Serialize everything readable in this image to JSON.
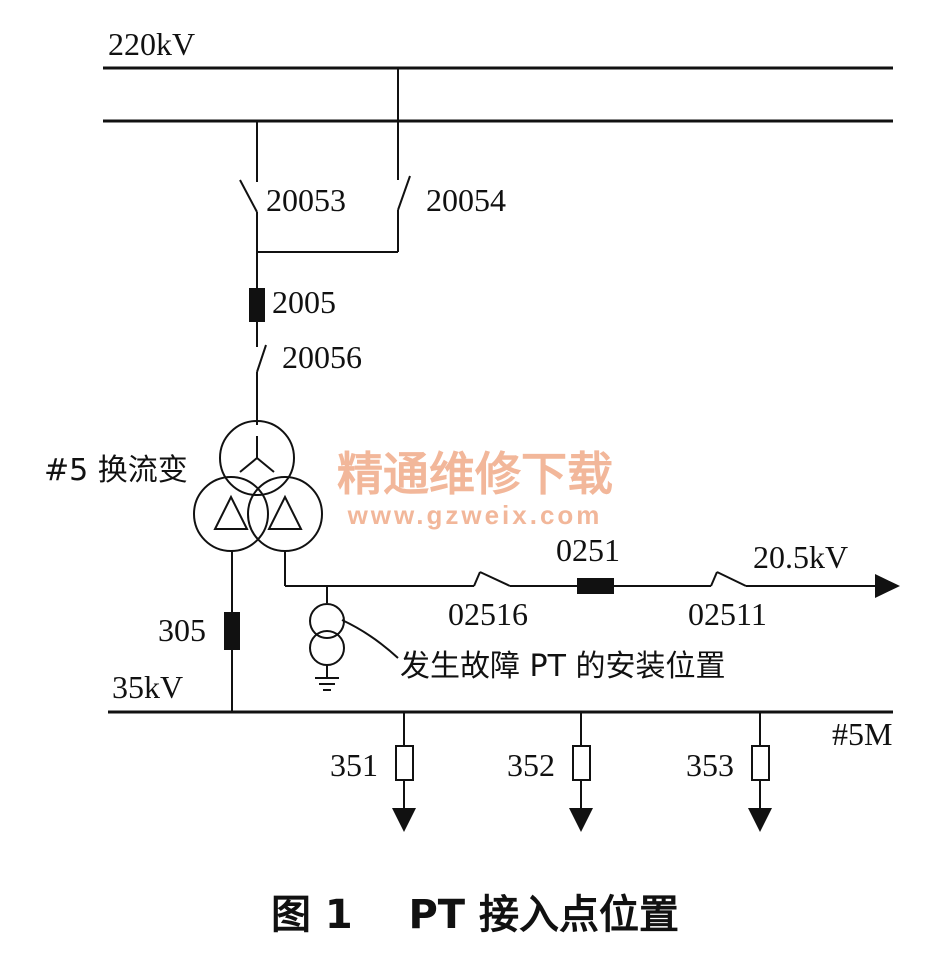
{
  "buses": {
    "b220": "220kV",
    "b35": "35kV",
    "b5m": "#5M"
  },
  "switches": {
    "s20053": "20053",
    "s20054": "20054",
    "s20056": "20056",
    "s02516": "02516",
    "s02511": "02511"
  },
  "breakers": {
    "b2005": "2005",
    "b305": "305",
    "b0251": "0251"
  },
  "transformer": {
    "name": "#5 换流变"
  },
  "outgoing": {
    "voltage": "20.5kV"
  },
  "pt_note": "发生故障 PT 的安装位置",
  "feeders": [
    "351",
    "352",
    "353"
  ],
  "watermark": {
    "title": "精通维修下载",
    "url": "www.gzweix.com",
    "color": "#f2b79a"
  },
  "caption": "图 1    PT 接入点位置"
}
